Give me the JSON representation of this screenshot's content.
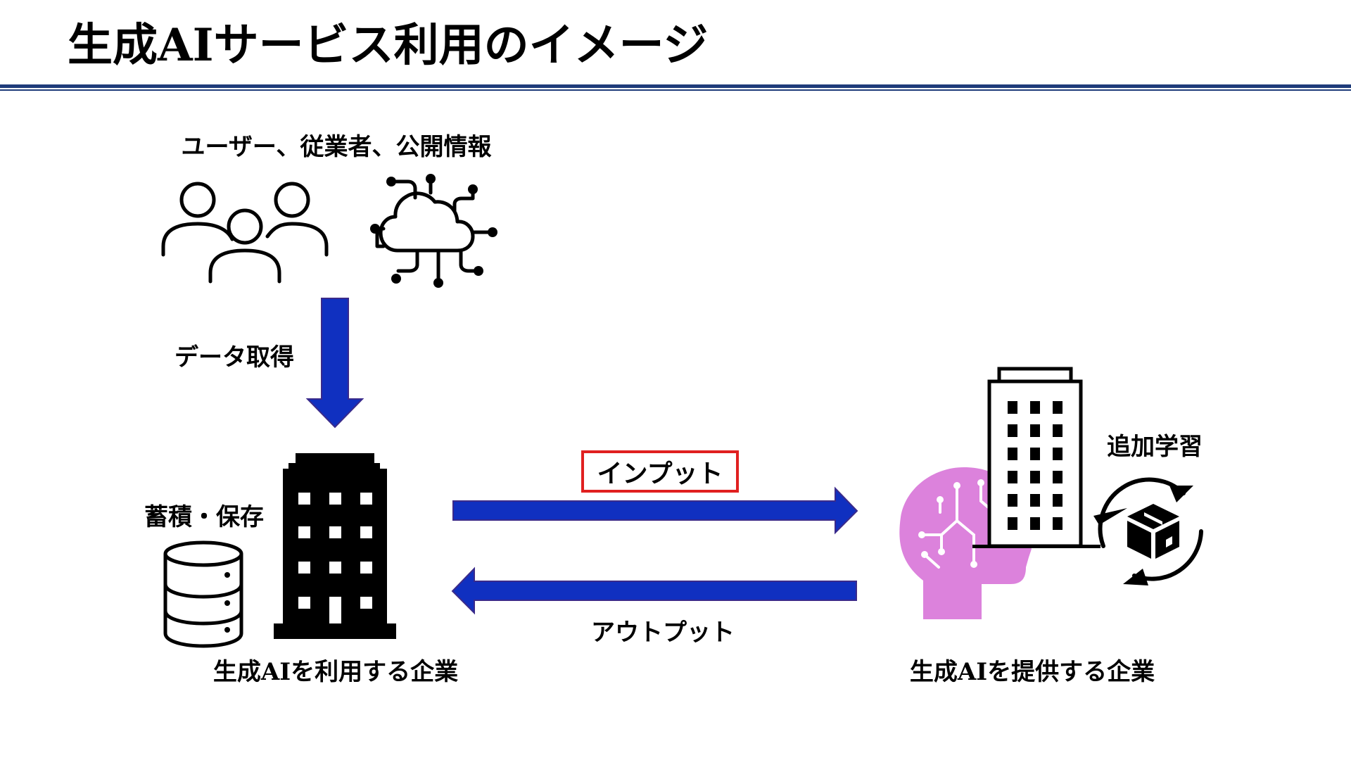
{
  "title": "生成AIサービス利用のイメージ",
  "labels": {
    "sources": "ユーザー、従業者、公開情報",
    "data_acquisition": "データ取得",
    "storage": "蓄積・保存",
    "user_company": "生成AIを利用する企業",
    "input": "インプット",
    "output": "アウトプット",
    "additional_learning": "追加学習",
    "provider_company": "生成AIを提供する企業"
  },
  "icons": {
    "people": "people-group-icon",
    "cloud": "cloud-network-icon",
    "database": "database-icon",
    "user_building": "office-building-icon",
    "provider_building": "office-tower-icon",
    "ai_head": "ai-head-icon",
    "retrain": "package-cycle-icon"
  },
  "colors": {
    "rule": "#1f3c7a",
    "arrow": "#1030c0",
    "arrow_border": "#3a2a8a",
    "input_border": "#e02020",
    "ai_head": "#dc82dc"
  }
}
